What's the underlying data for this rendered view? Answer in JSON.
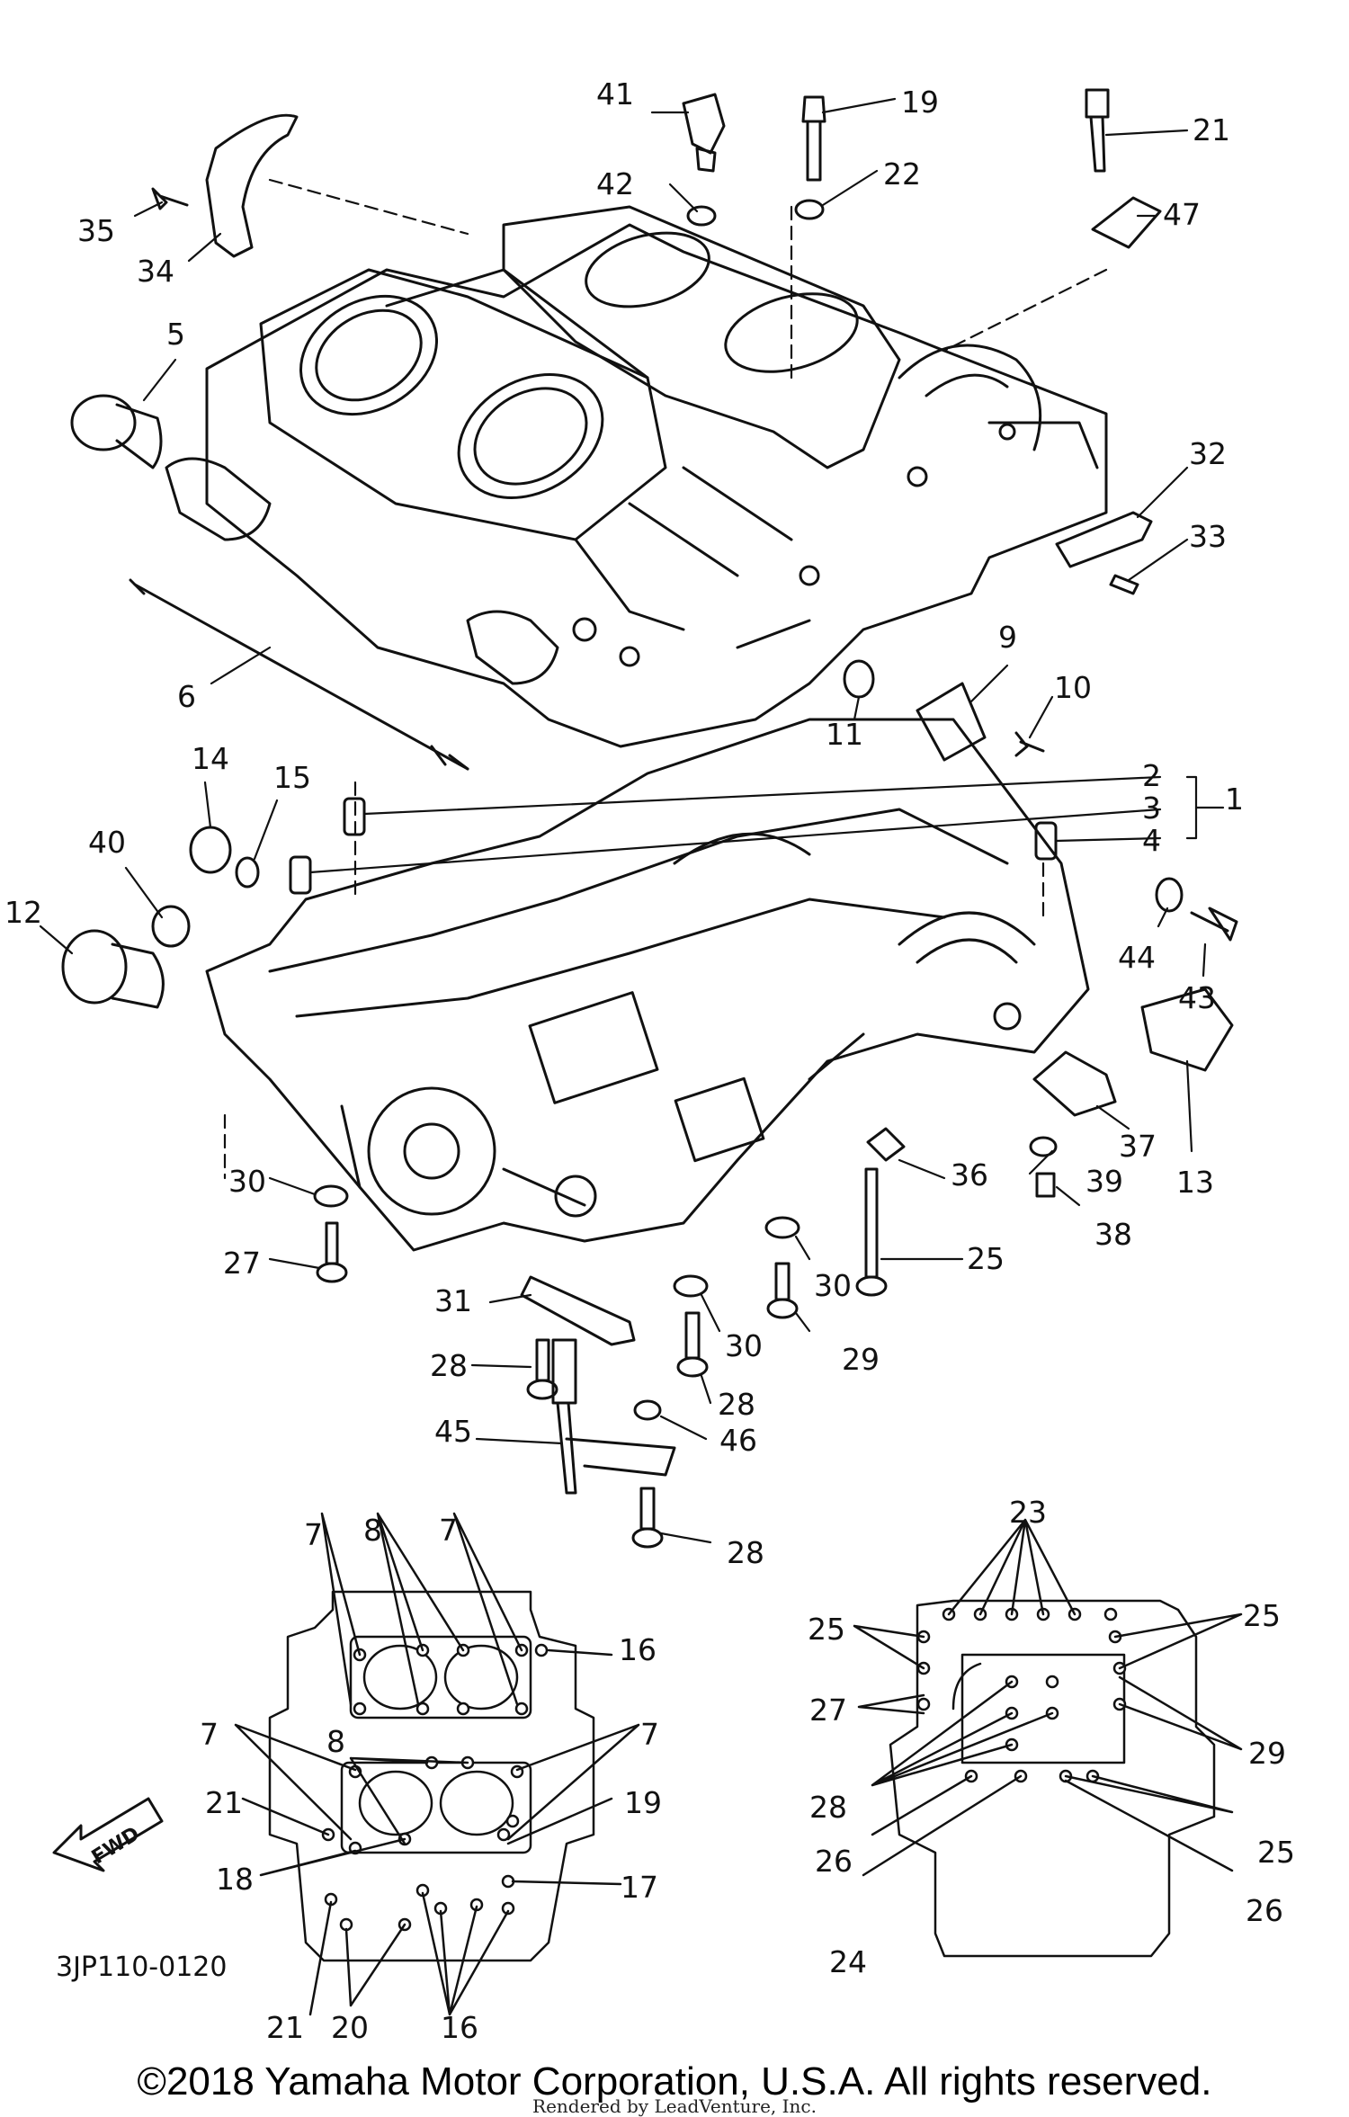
{
  "diagram": {
    "drawing_code": "3JP110-0120",
    "fwd_label": "FWD",
    "copyright": "©2018 Yamaha Motor Corporation, U.S.A. All rights reserved.",
    "watermark": "Rendered by LeadVenture, Inc.",
    "callouts": {
      "c41": "41",
      "c19": "19",
      "c21": "21",
      "c35": "35",
      "c34": "34",
      "c42": "42",
      "c22": "22",
      "c47": "47",
      "c5": "5",
      "c32": "32",
      "c33": "33",
      "c6": "6",
      "c9": "9",
      "c10": "10",
      "c11": "11",
      "c14": "14",
      "c15": "15",
      "c2": "2",
      "c3": "3",
      "c1": "1",
      "c4": "4",
      "c40": "40",
      "c12": "12",
      "c44": "44",
      "c43": "43",
      "c13": "13",
      "c37": "37",
      "c36": "36",
      "c39": "39",
      "c38": "38",
      "c30a": "30",
      "c27": "27",
      "c30b": "30",
      "c25": "25",
      "c31": "31",
      "c30c": "30",
      "c29": "29",
      "c28a": "28",
      "c28b": "28",
      "c45": "45",
      "c46": "46",
      "c28c": "28"
    },
    "upper_case_view": {
      "labels": {
        "l7a": "7",
        "l8a": "8",
        "l7b": "7",
        "l16a": "16",
        "l7c": "7",
        "l8b": "8",
        "l7d": "7",
        "l21a": "21",
        "l19": "19",
        "l18": "18",
        "l17": "17",
        "l21b": "21",
        "l20": "20",
        "l16b": "16"
      }
    },
    "lower_case_view": {
      "labels": {
        "m23": "23",
        "m25a": "25",
        "m25b": "25",
        "m27": "27",
        "m29": "29",
        "m28": "28",
        "m26a": "26",
        "m25c": "25",
        "m24": "24",
        "m26b": "26"
      }
    }
  }
}
